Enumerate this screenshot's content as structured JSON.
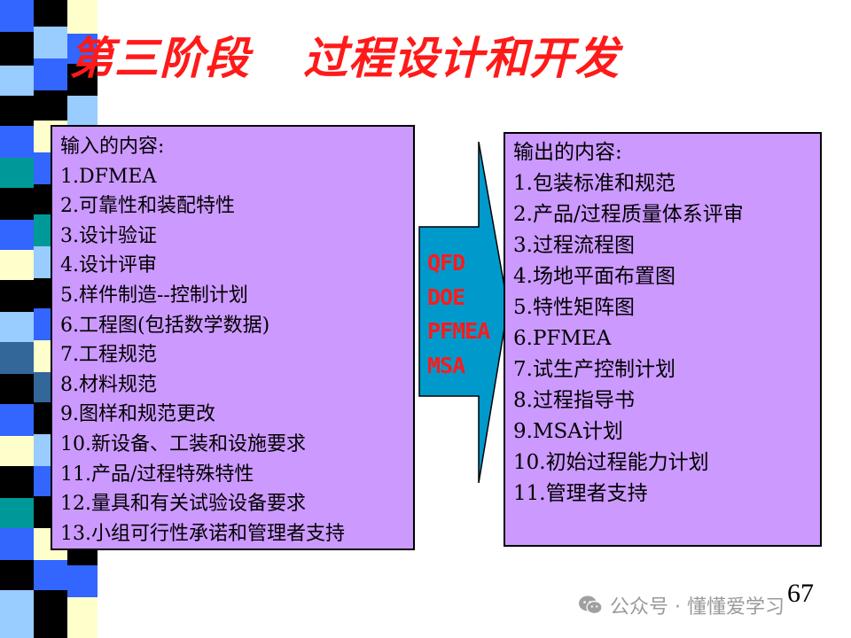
{
  "slide": {
    "title_part1": "第三阶段",
    "title_part2": "过程设计和开发",
    "page_number": "67"
  },
  "inputs": {
    "heading": "输入的内容:",
    "items": [
      "1.DFMEA",
      "2.可靠性和装配特性",
      "3.设计验证",
      "4.设计评审",
      "5.样件制造--控制计划",
      "6.工程图(包括数学数据)",
      "7.工程规范",
      "8.材料规范",
      "9.图样和规范更改",
      "10.新设备、工装和设施要求",
      "11.产品/过程特殊特性",
      "12.量具和有关试验设备要求",
      "13.小组可行性承诺和管理者支持"
    ]
  },
  "tools": {
    "items": [
      "QFD",
      "DOE",
      "PFMEA",
      "MSA"
    ]
  },
  "outputs": {
    "heading": "输出的内容:",
    "items": [
      "1.包装标准和规范",
      "2.产品/过程质量体系评审",
      "3.过程流程图",
      "4.场地平面布置图",
      "5.特性矩阵图",
      "6.PFMEA",
      "7.试生产控制计划",
      "8.过程指导书",
      "9.MSA计划",
      "10.初始过程能力计划",
      "11.管理者支持"
    ]
  },
  "watermark": {
    "text": "公众号 · 懂懂爱学习",
    "icon": "wechat-icon"
  },
  "colors": {
    "title": "#ff1a1a",
    "box_fill": "#cc99ff",
    "arrow_fill": "#0099cc",
    "tool_text": "#ff1a1a",
    "strip_black": "#000000",
    "strip_blue": "#3366ff",
    "strip_light_blue": "#99ccff",
    "strip_teal": "#009999",
    "strip_cream": "#ffffcc",
    "strip_slate": "#336699"
  }
}
